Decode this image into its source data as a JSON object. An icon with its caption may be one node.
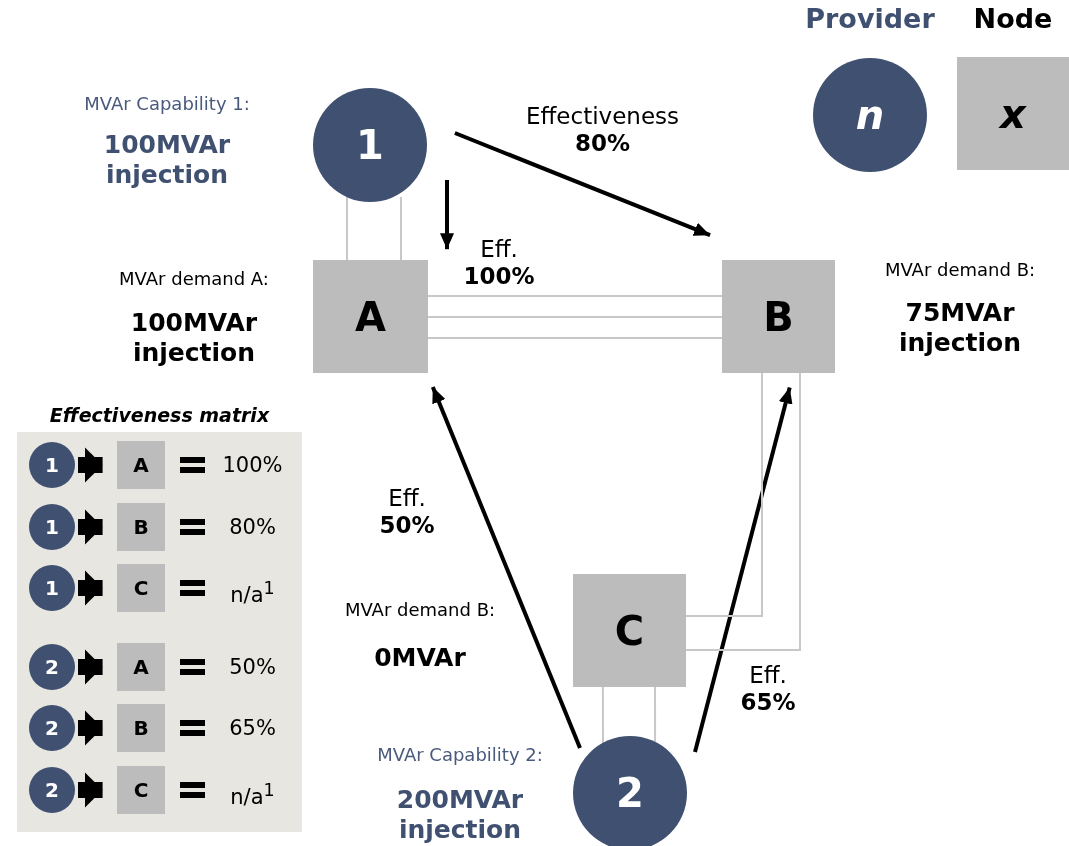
{
  "diagram": {
    "nodes": [
      {
        "text": [
          "n"
        ],
        "beside": [
          "Provider"
        ]
      },
      {
        "text": [
          "x"
        ],
        "beside": [
          "Node"
        ]
      },
      {
        "text": [
          "1"
        ],
        "beside": [
          "MVAr Capability 1:",
          "100MVAr injection"
        ]
      },
      {
        "text": [
          "A"
        ],
        "beside": [
          "MVAr demand A:",
          "100MVAr injection"
        ]
      },
      {
        "text": [
          "B"
        ],
        "beside": [
          "MVAr demand B:",
          "75MVAr injection"
        ]
      },
      {
        "text": [
          "C"
        ],
        "beside": [
          "MVAr demand B:",
          "0MVAr"
        ]
      },
      {
        "text": [
          "2"
        ],
        "beside": [
          "MVAr Capability 2:",
          "200MVAr injection"
        ]
      },
      {
        "text": [
          "Effectiveness matrix"
        ]
      },
      {
        "text": [
          "1"
        ],
        "in": 7
      },
      {
        "text": [
          "A"
        ],
        "in": 7
      },
      {
        "text": [
          "1"
        ],
        "in": 7
      },
      {
        "text": [
          "B"
        ],
        "in": 7
      },
      {
        "text": [
          "1"
        ],
        "in": 7
      },
      {
        "text": [
          "C"
        ],
        "in": 7
      },
      {
        "text": [
          "2"
        ],
        "in": 7
      },
      {
        "text": [
          "A"
        ],
        "in": 7
      },
      {
        "text": [
          "2"
        ],
        "in": 7
      },
      {
        "text": [
          "B"
        ],
        "in": 7
      },
      {
        "text": [
          "2"
        ],
        "in": 7
      },
      {
        "text": [
          "C"
        ],
        "in": 7
      }
    ],
    "edges": [
      {
        "from": 2,
        "to": 4,
        "arrow": "to",
        "label": "Effectiveness **80%**"
      },
      {
        "from": 2,
        "to": 3,
        "arrow": "to",
        "label": "Eff. **100%**"
      },
      {
        "from": 6,
        "to": 3,
        "arrow": "to",
        "label": "Eff. **50%**"
      },
      {
        "from": 6,
        "to": 4,
        "arrow": "to",
        "label": "Eff. **65%**"
      },
      {
        "from": 2,
        "to": 3,
        "arrow": "none",
        "color": "#c8c8c8"
      },
      {
        "from": 2,
        "to": 3,
        "arrow": "none",
        "color": "#c8c8c8"
      },
      {
        "from": 3,
        "to": 4,
        "arrow": "none",
        "color": "#c8c8c8"
      },
      {
        "from": 3,
        "to": 4,
        "arrow": "none",
        "color": "#c8c8c8"
      },
      {
        "from": 3,
        "to": 4,
        "arrow": "none",
        "color": "#c8c8c8"
      },
      {
        "from": 4,
        "to": 5,
        "arrow": "none",
        "color": "#c8c8c8"
      },
      {
        "from": 4,
        "to": 5,
        "arrow": "none",
        "color": "#c8c8c8"
      },
      {
        "from": 5,
        "to": 6,
        "arrow": "none",
        "color": "#c8c8c8"
      },
      {
        "from": 5,
        "to": 6,
        "arrow": "none",
        "color": "#c8c8c8"
      },
      {
        "from": 8,
        "to": 9,
        "arrow": "to",
        "style": "thick"
      },
      {
        "from": 10,
        "to": 11,
        "arrow": "to",
        "style": "thick"
      },
      {
        "from": 12,
        "to": 13,
        "arrow": "to",
        "style": "thick"
      },
      {
        "from": 14,
        "to": 15,
        "arrow": "to",
        "style": "thick"
      },
      {
        "from": 16,
        "to": 17,
        "arrow": "to",
        "style": "thick"
      },
      {
        "from": 18,
        "to": 19,
        "arrow": "to",
        "style": "thick"
      }
    ],
    "labels": [
      "100%",
      "80%",
      "n/a$^{1}$",
      "50%",
      "65%",
      "n/a$^{1}$"
    ]
  }
}
